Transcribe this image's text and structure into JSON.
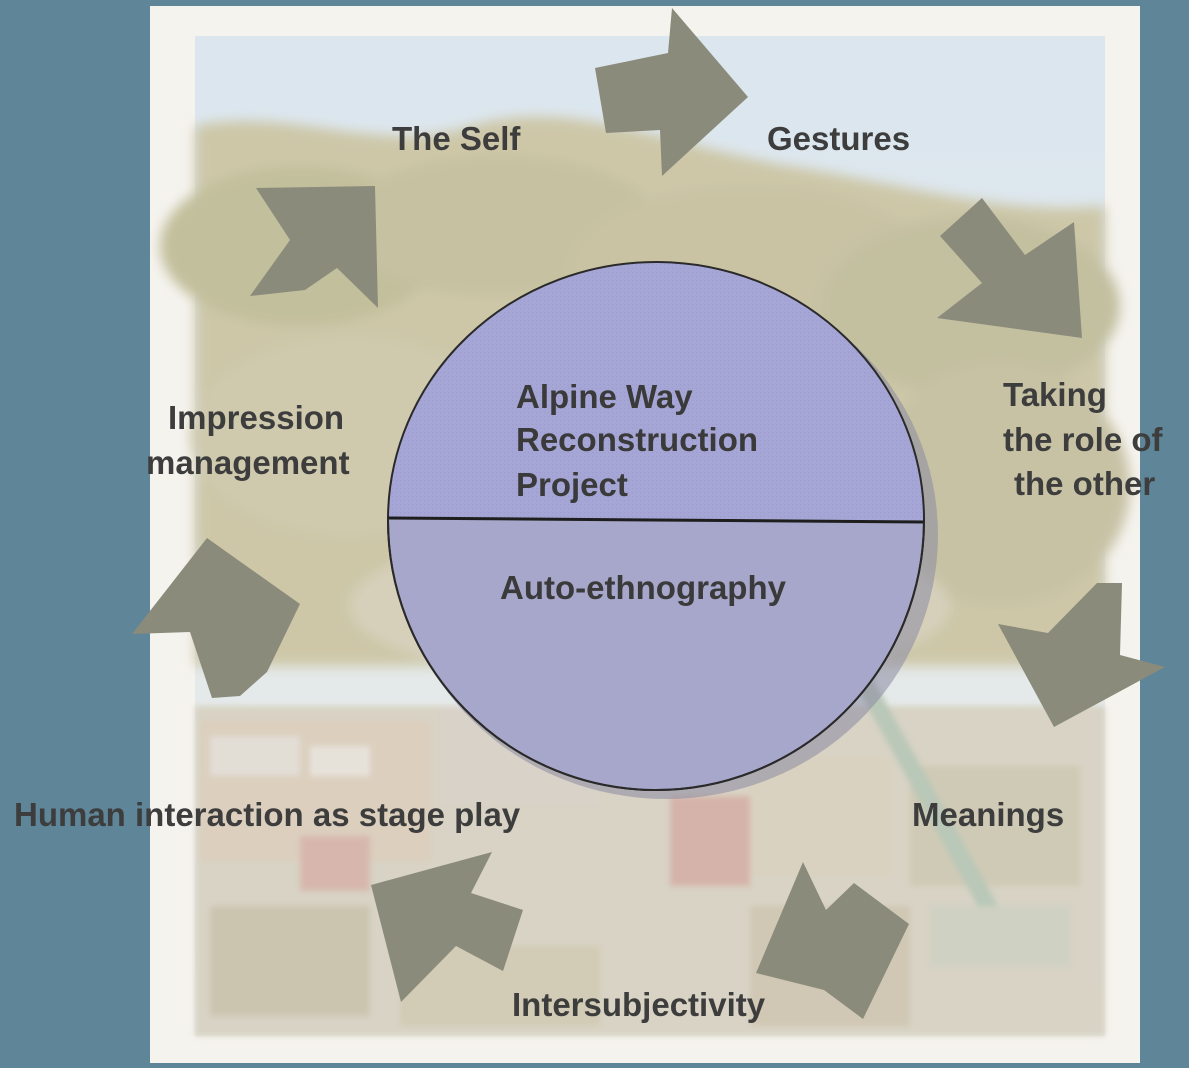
{
  "diagram": {
    "center": {
      "upper_text": [
        "Alpine Way",
        "Reconstruction",
        "Project"
      ],
      "lower_text": "Auto-ethnography",
      "upper_color": "#a6a6d6",
      "lower_color": "#a7a7cb"
    },
    "cycle_labels": {
      "the_self": "The Self",
      "gestures": "Gestures",
      "taking_role": [
        "Taking",
        "the role of",
        "the other"
      ],
      "meanings": "Meanings",
      "intersubjectivity": "Intersubjectivity",
      "stage_play": "Human interaction as stage play",
      "impression": [
        "Impression",
        "management"
      ]
    },
    "colors": {
      "background": "#5f8599",
      "arrow": "#8b8b7c",
      "text": "#3d3d3d"
    }
  }
}
